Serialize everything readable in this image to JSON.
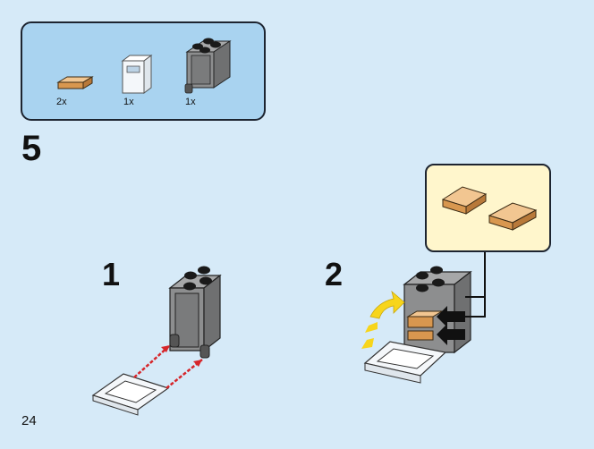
{
  "parts_list": {
    "items": [
      {
        "quantity": "2x",
        "part": "tan tile 1x2",
        "color": "#e3a664"
      },
      {
        "quantity": "1x",
        "part": "transparent door",
        "color": "#f4f7fa"
      },
      {
        "quantity": "1x",
        "part": "gray cupboard 2x2",
        "color": "#8d8e8f"
      }
    ]
  },
  "step": {
    "number": "5"
  },
  "sub_steps": [
    {
      "label": "1"
    },
    {
      "label": "2"
    }
  ],
  "page": {
    "number": "24"
  },
  "colors": {
    "background": "#d6eaf8",
    "parts_panel": "#a9d3f0",
    "callout_panel": "#fff6cc",
    "arrow_red": "#d6262b",
    "arrow_yellow": "#f7d51b",
    "tile_tan": "#e3a664",
    "cupboard_gray": "#8d8e8f",
    "stud_black": "#1a1a1a"
  }
}
